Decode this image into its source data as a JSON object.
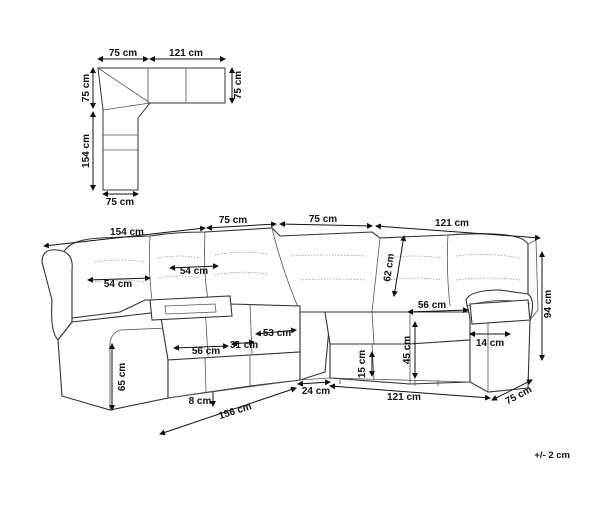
{
  "plan": {
    "top_left_width": "75 cm",
    "top_width": "121 cm",
    "left_depth_top": "75 cm",
    "right_depth": "75 cm",
    "left_length": "154 cm",
    "bottom_width": "75 cm"
  },
  "front": {
    "overall_left": "154 cm",
    "corner_left": "75 cm",
    "corner_right": "75 cm",
    "overall_right": "121 cm",
    "seat_width_left": "54 cm",
    "seat_width_console": "54 cm",
    "back_height": "62 cm",
    "total_height": "94 cm",
    "arm_width_right": "56 cm",
    "arm_height_right": "14 cm",
    "seat_depth_left": "56 cm",
    "console_width": "31 cm",
    "seat_depth_mid": "53 cm",
    "leg_height": "15 cm",
    "seat_height_right": "45 cm",
    "seat_height_left": "65 cm",
    "leg_clearance": "8 cm",
    "base_left": "156 cm",
    "base_corner": "24 cm",
    "base_right": "121 cm",
    "base_depth_right": "75 cm"
  },
  "tolerance": "+/- 2 cm"
}
